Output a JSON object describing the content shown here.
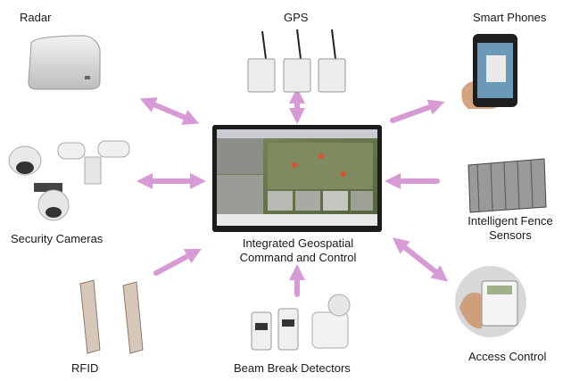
{
  "labels": {
    "radar": "Radar",
    "gps": "GPS",
    "smart_phones": "Smart Phones",
    "security_cameras": "Security Cameras",
    "center_line1": "Integrated Geospatial",
    "center_line2": "Command and Control",
    "fence_line1": "Intelligent Fence",
    "fence_line2": "Sensors",
    "rfid": "RFID",
    "beam_break": "Beam Break Detectors",
    "access_control": "Access Control"
  },
  "colors": {
    "arrow": "#d79ad4",
    "monitor_bezel": "#1c1c1c",
    "screen_map": "#6a7a4a",
    "device_light": "#e4e4e4",
    "device_dark": "#555555"
  },
  "icons": {
    "radar": "radar-dome-icon",
    "gps": "gps-transmitter-icon",
    "phone": "smartphone-icon",
    "camera": "security-camera-icon",
    "fence": "fence-sensor-icon",
    "rfid": "rfid-gate-icon",
    "beam": "beam-detector-icon",
    "access": "access-keypad-icon",
    "monitor": "command-monitor-icon"
  }
}
